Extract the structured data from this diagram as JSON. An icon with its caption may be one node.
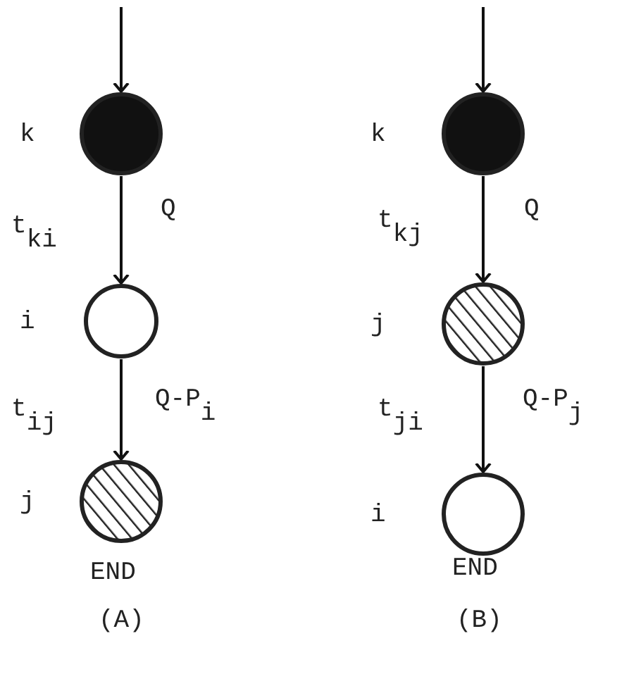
{
  "diagram": {
    "nodes": [
      {
        "text": [],
        "shape": "circle",
        "beside": [
          "k"
        ]
      },
      {
        "text": [],
        "shape": "circle",
        "beside": [
          "i"
        ]
      },
      {
        "text": [],
        "shape": "circle",
        "beside": [
          "j",
          "END"
        ]
      },
      {
        "text": [],
        "shape": "circle",
        "beside": [
          "k"
        ]
      },
      {
        "text": [],
        "shape": "circle",
        "beside": [
          "j"
        ]
      },
      {
        "text": [],
        "shape": "circle",
        "beside": [
          "i",
          "END"
        ]
      }
    ],
    "edges": [
      {
        "from": null,
        "to": 0,
        "arrow": "to"
      },
      {
        "from": 0,
        "to": 1,
        "arrow": "to",
        "label": "t$_{ki}$"
      },
      {
        "from": 1,
        "to": 2,
        "arrow": "to",
        "label": "t$_{ij}$"
      },
      {
        "from": null,
        "to": 3,
        "arrow": "to"
      },
      {
        "from": 3,
        "to": 4,
        "arrow": "to",
        "label": "t$_{kj}$"
      },
      {
        "from": 4,
        "to": 5,
        "arrow": "to",
        "label": "t$_{ji}$"
      }
    ],
    "labels": [
      "Q",
      "Q-P$_{i}$",
      "(A)",
      "Q",
      "Q-P$_{j}$",
      "(B)"
    ]
  }
}
